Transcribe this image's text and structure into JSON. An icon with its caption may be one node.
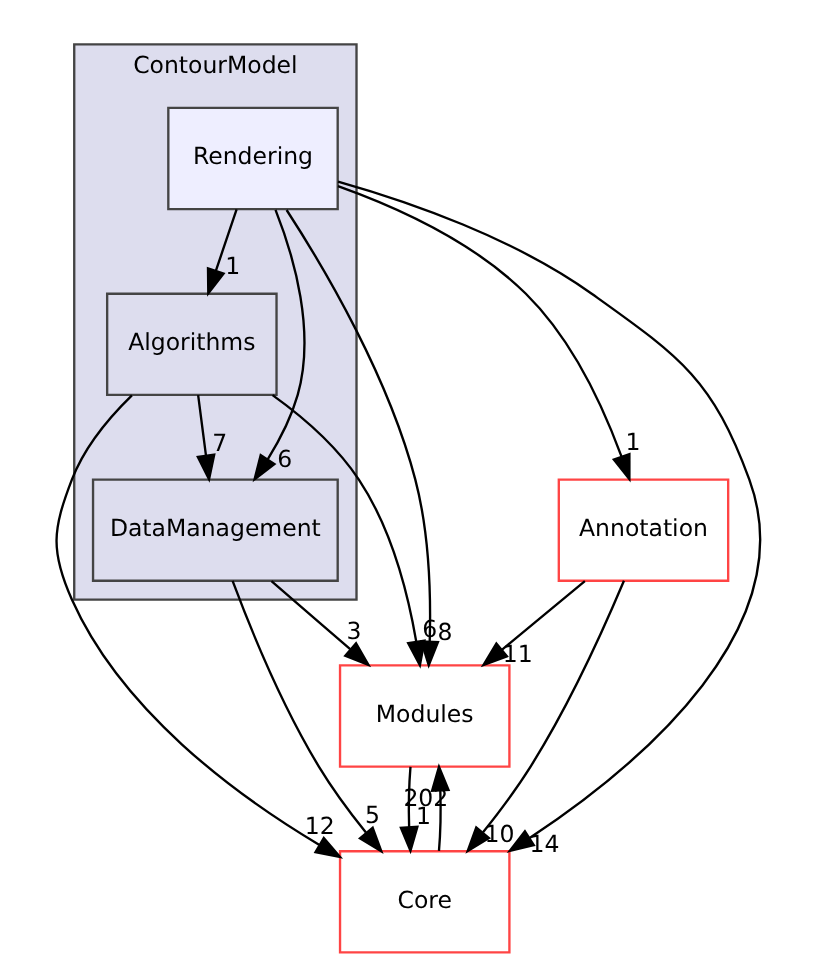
{
  "diagram": {
    "nodes": [
      {
        "text": [
          "ContourModel"
        ]
      },
      {
        "text": [
          "Rendering"
        ],
        "in": 0
      },
      {
        "text": [
          "Algorithms"
        ],
        "in": 0
      },
      {
        "text": [
          "DataManagement"
        ],
        "in": 0
      },
      {
        "text": [
          "Annotation"
        ]
      },
      {
        "text": [
          "Modules"
        ]
      },
      {
        "text": [
          "Core"
        ]
      }
    ],
    "edges": [
      {
        "from": 1,
        "to": 2,
        "arrow": "to",
        "label": "1"
      },
      {
        "from": 1,
        "to": 3,
        "arrow": "to",
        "label": "6"
      },
      {
        "from": 1,
        "to": 5,
        "arrow": "to",
        "label": "8"
      },
      {
        "from": 1,
        "to": 4,
        "arrow": "to",
        "label": "1"
      },
      {
        "from": 1,
        "to": 6,
        "arrow": "to",
        "label": "14"
      },
      {
        "from": 2,
        "to": 3,
        "arrow": "to",
        "label": "7"
      },
      {
        "from": 2,
        "to": 6,
        "arrow": "to",
        "label": "12"
      },
      {
        "from": 2,
        "to": 5,
        "arrow": "to",
        "label": "6"
      },
      {
        "from": 3,
        "to": 5,
        "arrow": "to",
        "label": "3"
      },
      {
        "from": 3,
        "to": 6,
        "arrow": "to",
        "label": "5"
      },
      {
        "from": 4,
        "to": 5,
        "arrow": "to",
        "label": "11"
      },
      {
        "from": 4,
        "to": 6,
        "arrow": "to",
        "label": "10"
      },
      {
        "from": 5,
        "to": 6,
        "arrow": "to",
        "label": "1"
      },
      {
        "from": 6,
        "to": 5,
        "arrow": "to",
        "label": "202"
      }
    ]
  }
}
